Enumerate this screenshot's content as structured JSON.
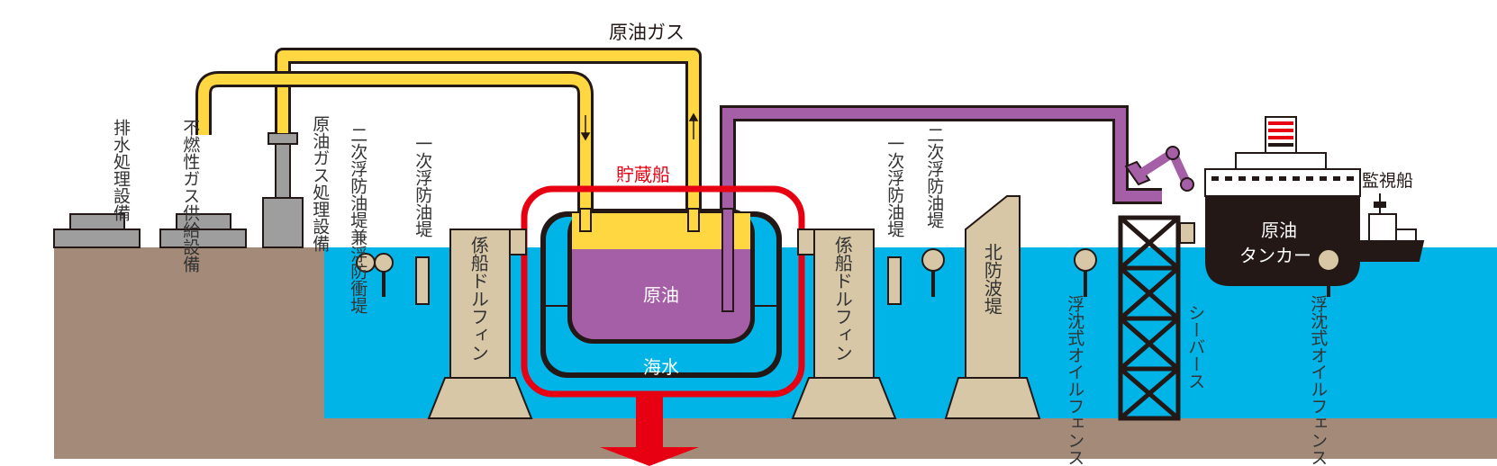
{
  "labels": {
    "gas_pipe": "原油ガス",
    "storage_ship": "貯蔵船",
    "crude_oil": "原油",
    "seawater": "海水",
    "wastewater": "排水処理設備",
    "nonflammable_gas": "不燃性ガス供給設備",
    "gas_processing": "原油ガス処理設備",
    "secondary_boom_left": "二次浮防油堤兼浮防衝堤",
    "primary_boom_left": "一次浮防油堤",
    "dolphin_left": "係船ドルフィン",
    "dolphin_right": "係船ドルフィン",
    "primary_boom_right": "一次浮防油堤",
    "secondary_boom_right": "二次浮防油堤",
    "north_breakwater": "北防波堤",
    "oil_fence_left": "浮沈式オイルフェンス",
    "sea_berth": "シーバース",
    "oil_fence_right": "浮沈式オイルフェンス",
    "tanker_line1": "原油",
    "tanker_line2": "タンカー",
    "patrol_boat": "監視船"
  },
  "colors": {
    "ground": "#a48a78",
    "sea": "#00b4e8",
    "gas_pipe": "#ffd740",
    "oil": "#a55fa6",
    "oil_pipe": "#a55fa6",
    "highlight": "#e60012",
    "concrete": "#d8c7a6",
    "facility_gray": "#9e9e9e",
    "black": "#231815"
  }
}
